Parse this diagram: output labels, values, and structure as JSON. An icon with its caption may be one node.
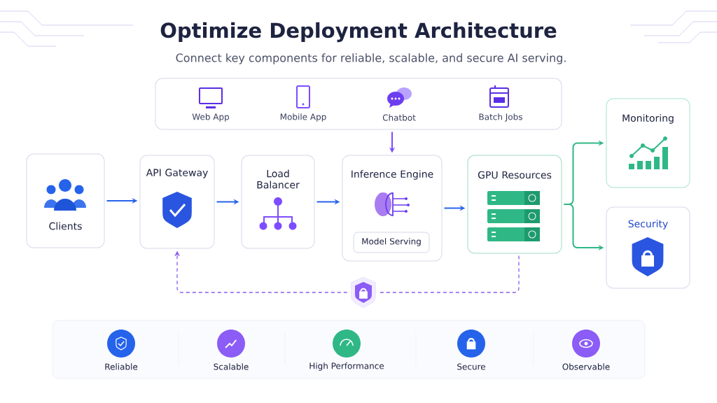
{
  "diagram": {
    "title": "Optimize Deployment Architecture",
    "caption": "Connect key components for reliable, scalable, and secure AI serving.",
    "nodes": [
      {
        "text": [],
        "shape": "box"
      },
      {
        "text": [
          "Web App"
        ],
        "in": 0
      },
      {
        "text": [
          "Mobile App"
        ],
        "in": 0
      },
      {
        "text": [
          "Chatbot"
        ],
        "in": 0
      },
      {
        "text": [
          "Batch Jobs"
        ],
        "in": 0
      },
      {
        "text": [
          "Clients"
        ]
      },
      {
        "text": [
          "API Gateway"
        ]
      },
      {
        "text": [
          "Load Balancer"
        ]
      },
      {
        "text": [
          "Inference Engine"
        ]
      },
      {
        "text": [
          "Model Serving"
        ],
        "in": 8
      },
      {
        "text": [
          "GPU Resources"
        ]
      },
      {
        "text": [
          "Monitoring"
        ]
      },
      {
        "text": [
          "Security"
        ]
      },
      {
        "text": [],
        "shape": "shield"
      }
    ],
    "edges": [
      {
        "from": 0,
        "to": 8,
        "arrow": "to",
        "color": "#7c4dff"
      },
      {
        "from": 5,
        "to": 6,
        "arrow": "to"
      },
      {
        "from": 6,
        "to": 7,
        "arrow": "to"
      },
      {
        "from": 7,
        "to": 8,
        "arrow": "to"
      },
      {
        "from": 8,
        "to": 10,
        "arrow": "to"
      },
      {
        "from": 10,
        "to": 11,
        "arrow": "to",
        "color": "#2fb886"
      },
      {
        "from": 10,
        "to": 12,
        "arrow": "to",
        "color": "#2fb886"
      },
      {
        "from": 10,
        "to": 13,
        "arrow": "none",
        "style": "dashed",
        "color": "#8a5cf0"
      },
      {
        "from": 13,
        "to": 6,
        "arrow": "to",
        "style": "dashed",
        "color": "#8a5cf0"
      }
    ],
    "labels": [
      "Reliable",
      "Scalable",
      "High Performance",
      "Secure",
      "Observable"
    ]
  }
}
